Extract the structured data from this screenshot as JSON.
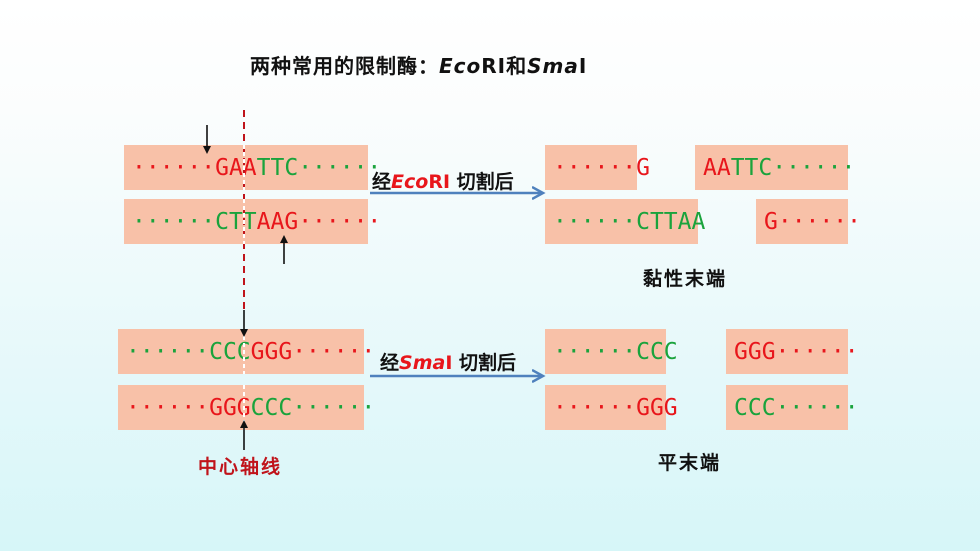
{
  "title": {
    "prefix": "两种常用的限制酶：",
    "enzyme1_italic": "Eco",
    "enzyme1_rest": "RⅠ",
    "joiner": "和",
    "enzyme2_italic": "Sma",
    "enzyme2_rest": "Ⅰ"
  },
  "ecori": {
    "top_left_a": "······",
    "top_left_b": "GAA",
    "top_right_a": "TTC",
    "top_right_b": "······",
    "bot_left_a": "······",
    "bot_left_b": "CTT",
    "bot_right_a": "AAG",
    "bot_right_b": "······",
    "arrow_prefix": "经",
    "arrow_enz_italic": "Eco",
    "arrow_enz_rest": "RⅠ",
    "arrow_suffix": "切割后",
    "res_top_left_a": "······",
    "res_top_left_b": "G",
    "res_top_right_a": "AA",
    "res_top_right_b": "TTC",
    "res_top_right_c": "······",
    "res_bot_left_a": "······",
    "res_bot_left_b": "CTT",
    "res_bot_left_c": "AA",
    "res_bot_right_a": "G",
    "res_bot_right_b": "······",
    "end_label": "黏性末端"
  },
  "smai": {
    "top_left_a": "······",
    "top_left_b": "CCC",
    "top_right_a": "GGG",
    "top_right_b": "······",
    "bot_left_a": "······",
    "bot_left_b": "GGG",
    "bot_right_a": "CCC",
    "bot_right_b": "······",
    "arrow_prefix": "经",
    "arrow_enz_italic": "Sma",
    "arrow_enz_rest": "Ⅰ",
    "arrow_suffix": "切割后",
    "res_top_left_a": "······",
    "res_top_left_b": "CCC",
    "res_top_right_a": "GGG",
    "res_top_right_b": "······",
    "res_bot_left_a": "······",
    "res_bot_left_b": "GGG",
    "res_bot_right_a": "CCC",
    "res_bot_right_b": "······",
    "end_label": "平末端"
  },
  "axis_label": "中心轴线",
  "colors": {
    "box": "#f8c1a8",
    "red": "#e8161b",
    "green": "#1aa33c",
    "arrow": "#4f81bd",
    "axis": "#c0141b"
  }
}
